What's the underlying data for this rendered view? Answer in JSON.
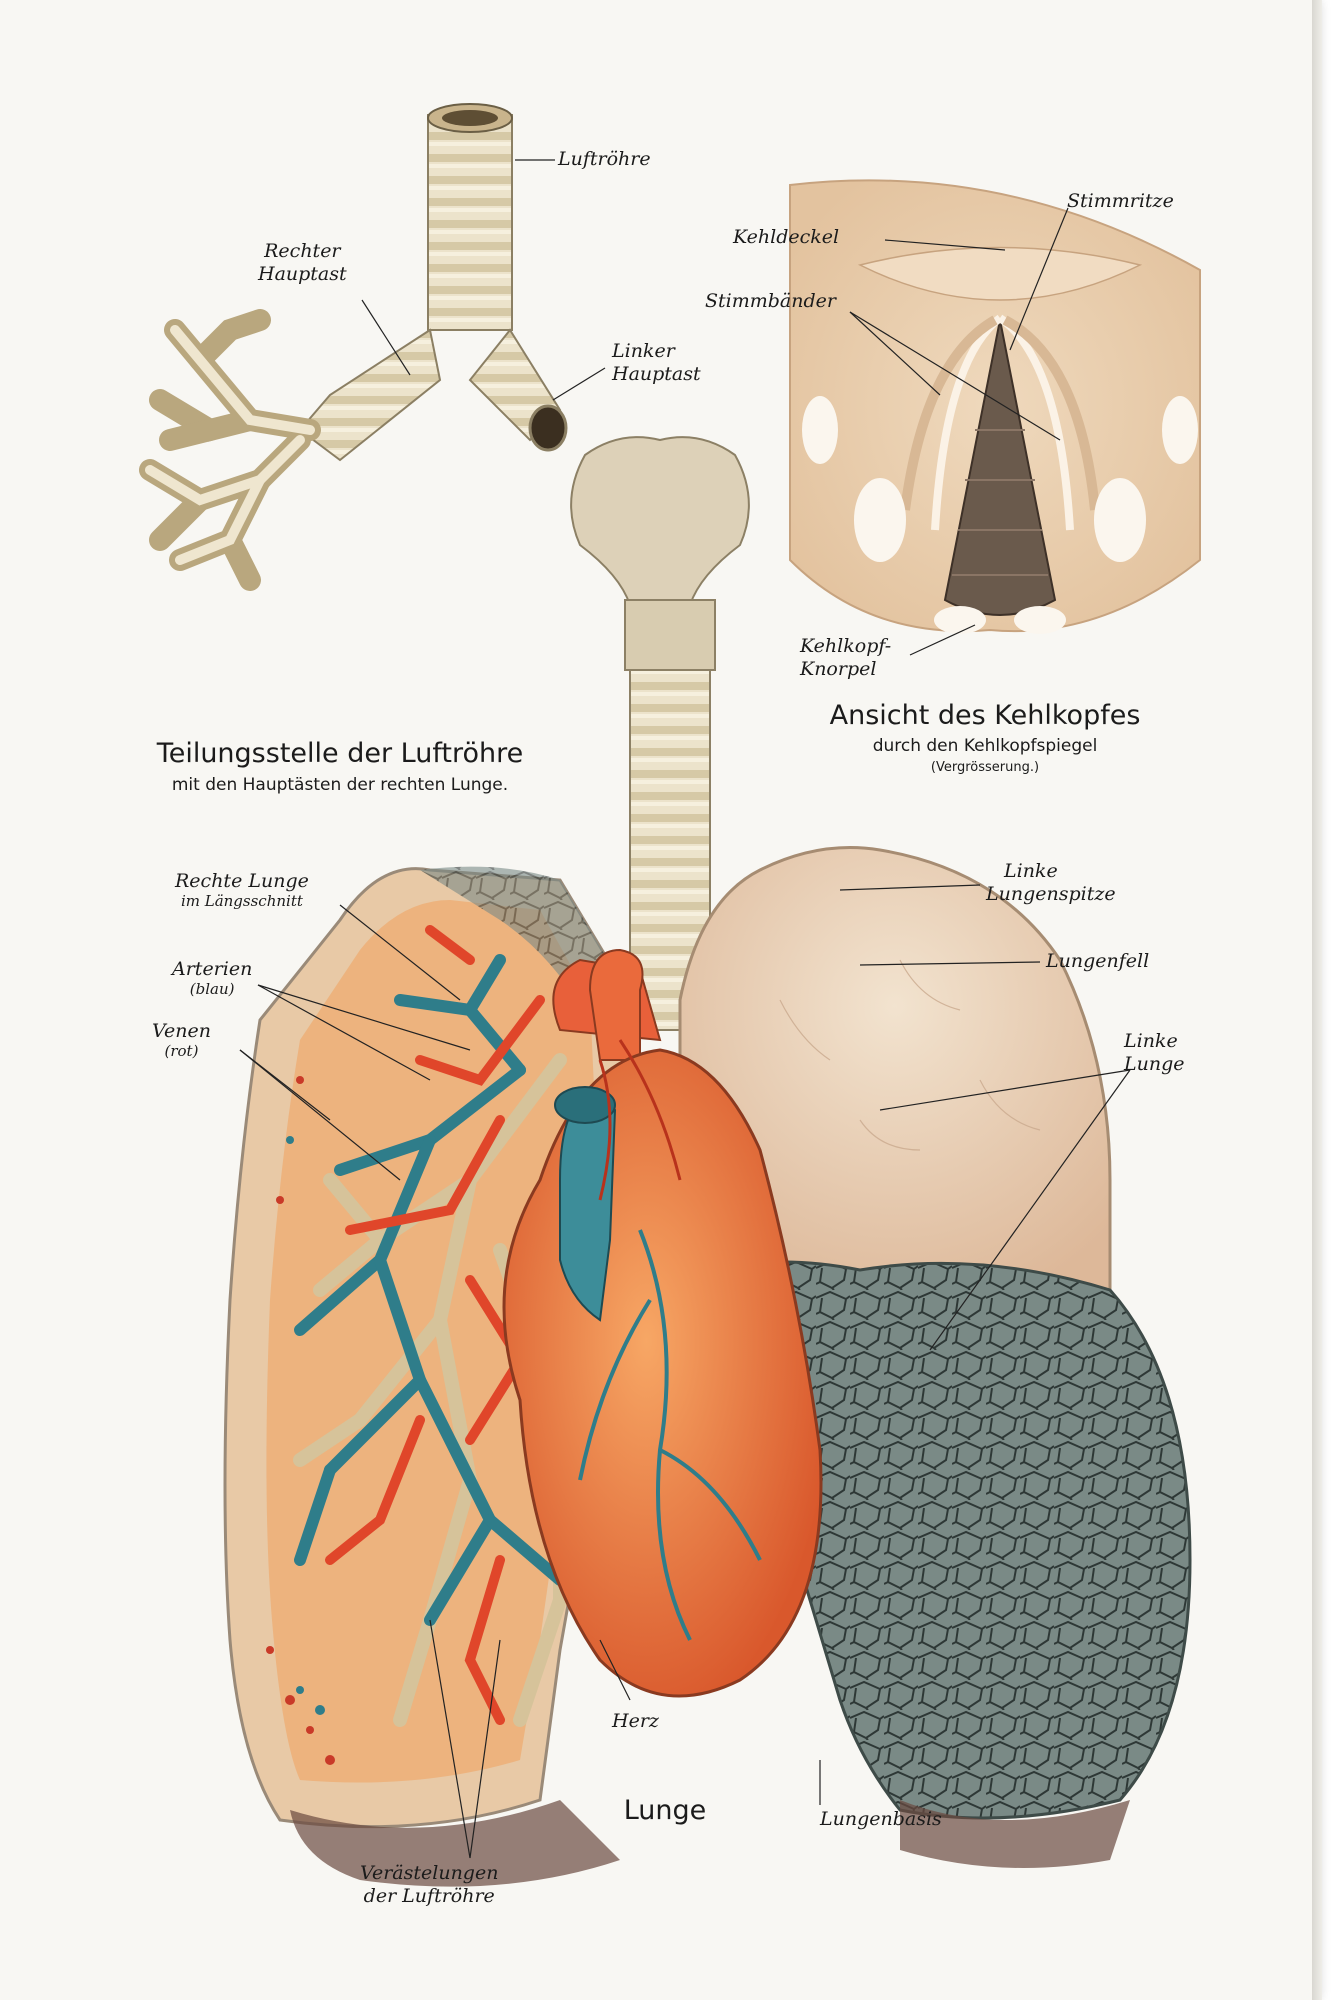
{
  "labels": {
    "luftroehre": "Luftröhre",
    "rechter_hauptast": [
      "Rechter",
      "Hauptast"
    ],
    "linker_hauptast": [
      "Linker",
      "Hauptast"
    ],
    "kehldeckel": "Kehldeckel",
    "stimmritze": "Stimmritze",
    "stimmbaender": "Stimmbänder",
    "kehlkopf_knorpel": [
      "Kehlkopf-",
      "Knorpel"
    ],
    "rechte_lunge": [
      "Rechte Lunge",
      "im Längsschnitt"
    ],
    "arterien": [
      "Arterien",
      "(blau)"
    ],
    "venen": [
      "Venen",
      "(rot)"
    ],
    "linke_lungenspitze": [
      "Linke",
      "Lungenspitze"
    ],
    "lungenfell": "Lungenfell",
    "linke_lunge": [
      "Linke",
      "Lunge"
    ],
    "herz": "Herz",
    "lungenbasis": "Lungenbasis",
    "veraestelungen": [
      "Verästelungen",
      "der Luftröhre"
    ]
  },
  "captions": {
    "teilung_title": "Teilungsstelle der Luftröhre",
    "teilung_sub": "mit den Hauptästen der rechten Lunge.",
    "kehlkopf_title": "Ansicht des Kehlkopfes",
    "kehlkopf_sub": "durch den Kehlkopfspiegel",
    "kehlkopf_note": "(Vergrösserung.)",
    "lunge": "Lunge"
  },
  "colors": {
    "background": "#f8f7f3",
    "cartilage": "#e4dcc4",
    "artery_blue": "#2f7d8a",
    "vein_red": "#e0462a",
    "heart_orange": "#f08a4a",
    "lung_pleura": "#e9d6c0",
    "lung_network": "#5c6d68"
  }
}
